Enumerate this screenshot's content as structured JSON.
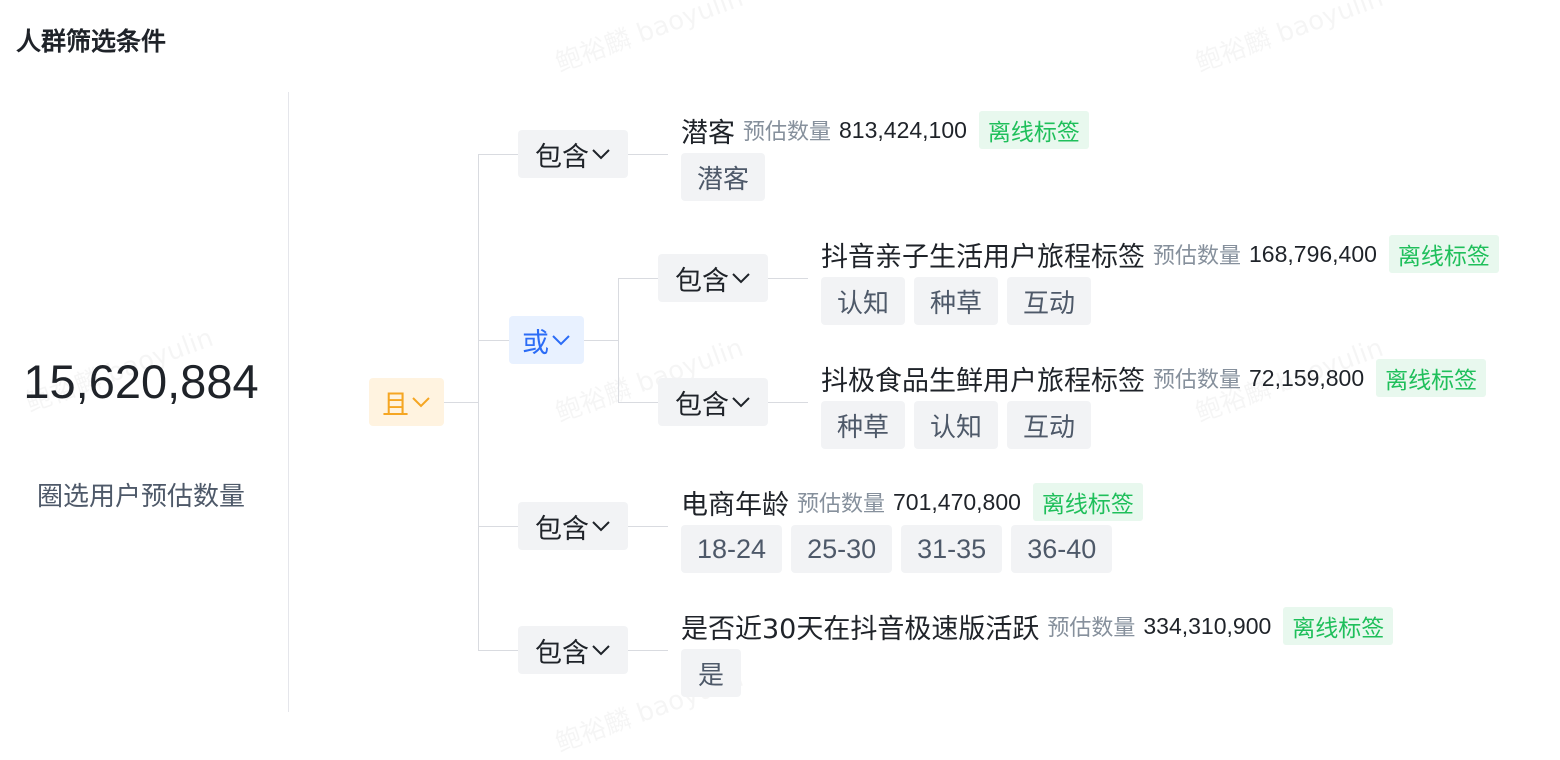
{
  "page_title": "人群筛选条件",
  "watermark": "鲍裕麟 baoyulin",
  "summary": {
    "count": "15,620,884",
    "caption": "圈选用户预估数量"
  },
  "root": {
    "label": "且"
  },
  "or_group": {
    "label": "或"
  },
  "include_label": "包含",
  "est_label": "预估数量",
  "badge_label": "离线标签",
  "conditions": [
    {
      "name": "潜客",
      "estimate": "813,424,100",
      "chips": [
        "潜客"
      ]
    },
    {
      "name": "抖音亲子生活用户旅程标签",
      "estimate": "168,796,400",
      "chips": [
        "认知",
        "种草",
        "互动"
      ]
    },
    {
      "name": "抖极食品生鲜用户旅程标签",
      "estimate": "72,159,800",
      "chips": [
        "种草",
        "认知",
        "互动"
      ]
    },
    {
      "name": "电商年龄",
      "estimate": "701,470,800",
      "chips": [
        "18-24",
        "25-30",
        "31-35",
        "36-40"
      ]
    },
    {
      "name": "是否近30天在抖音极速版活跃",
      "estimate": "334,310,900",
      "chips": [
        "是"
      ]
    }
  ],
  "icons": {
    "caret": "chevron-down-icon"
  },
  "colors": {
    "and": "#f5a623",
    "or": "#2b6cf6",
    "badge": "#1fbf5b"
  }
}
